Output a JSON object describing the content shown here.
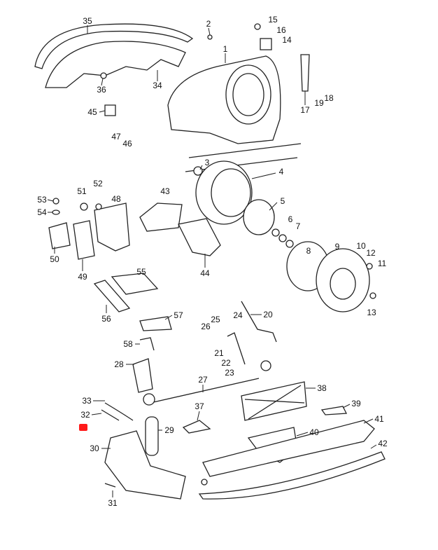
{
  "diagram": {
    "title_hidden": null,
    "part_numbers": [
      "35",
      "2",
      "15",
      "16",
      "14",
      "1",
      "36",
      "34",
      "18",
      "17",
      "19",
      "45",
      "47",
      "46",
      "3",
      "4",
      "52",
      "51",
      "43",
      "53",
      "48",
      "5",
      "54",
      "6",
      "7",
      "8",
      "9",
      "10",
      "12",
      "11",
      "50",
      "49",
      "44",
      "55",
      "13",
      "56",
      "20",
      "57",
      "24",
      "25",
      "26",
      "58",
      "21",
      "22",
      "23",
      "28",
      "27",
      "38",
      "33",
      "39",
      "37",
      "41",
      "32",
      "29",
      "40",
      "30",
      "42",
      "31"
    ],
    "selection_marker_color": "#ff1a1a"
  }
}
